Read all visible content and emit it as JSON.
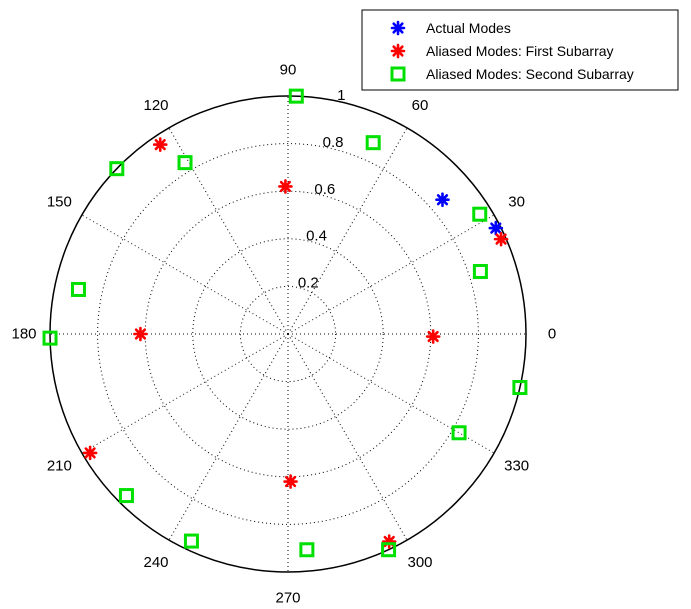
{
  "chart_data": {
    "type": "scatter",
    "coordinate_system": "polar",
    "title": "",
    "angle_unit": "degrees",
    "r_max": 1,
    "radial_ticks": [
      {
        "value": 0.2,
        "label": "0.2"
      },
      {
        "value": 0.4,
        "label": "0.4"
      },
      {
        "value": 0.6,
        "label": "0.6"
      },
      {
        "value": 0.8,
        "label": "0.8"
      },
      {
        "value": 1.0,
        "label": "1"
      }
    ],
    "angle_ticks": [
      {
        "value": 0,
        "label": "0"
      },
      {
        "value": 30,
        "label": "30"
      },
      {
        "value": 60,
        "label": "60"
      },
      {
        "value": 90,
        "label": "90"
      },
      {
        "value": 120,
        "label": "120"
      },
      {
        "value": 150,
        "label": "150"
      },
      {
        "value": 180,
        "label": "180"
      },
      {
        "value": 210,
        "label": "210"
      },
      {
        "value": 240,
        "label": "240"
      },
      {
        "value": 270,
        "label": "270"
      },
      {
        "value": 300,
        "label": "300"
      },
      {
        "value": 330,
        "label": "330"
      }
    ],
    "grid": true,
    "legend_position": "top-right",
    "series": [
      {
        "name": "Actual Modes",
        "color": "#0000ff",
        "marker": "asterisk",
        "points": [
          {
            "theta": 41,
            "r": 0.86
          },
          {
            "theta": 27,
            "r": 0.98
          }
        ]
      },
      {
        "name": "Aliased Modes: First Subarray",
        "color": "#ff0000",
        "marker": "asterisk",
        "points": [
          {
            "theta": 124,
            "r": 0.96
          },
          {
            "theta": 91,
            "r": 0.62
          },
          {
            "theta": 24,
            "r": 0.98
          },
          {
            "theta": 180,
            "r": 0.62
          },
          {
            "theta": 359,
            "r": 0.61
          },
          {
            "theta": 211,
            "r": 0.97
          },
          {
            "theta": 271,
            "r": 0.62
          },
          {
            "theta": 296,
            "r": 0.97
          }
        ]
      },
      {
        "name": "Aliased Modes: Second Subarray",
        "color": "#00e000",
        "marker": "square",
        "points": [
          {
            "theta": 88,
            "r": 1.0
          },
          {
            "theta": 66,
            "r": 0.88
          },
          {
            "theta": 121,
            "r": 0.84
          },
          {
            "theta": 136,
            "r": 1.0
          },
          {
            "theta": 32,
            "r": 0.95
          },
          {
            "theta": 18,
            "r": 0.85
          },
          {
            "theta": 168,
            "r": 0.9
          },
          {
            "theta": 181,
            "r": 1.0
          },
          {
            "theta": 347,
            "r": 1.0
          },
          {
            "theta": 330,
            "r": 0.83
          },
          {
            "theta": 225,
            "r": 0.96
          },
          {
            "theta": 245,
            "r": 0.96
          },
          {
            "theta": 275,
            "r": 0.91
          },
          {
            "theta": 295,
            "r": 1.0
          }
        ]
      }
    ]
  }
}
